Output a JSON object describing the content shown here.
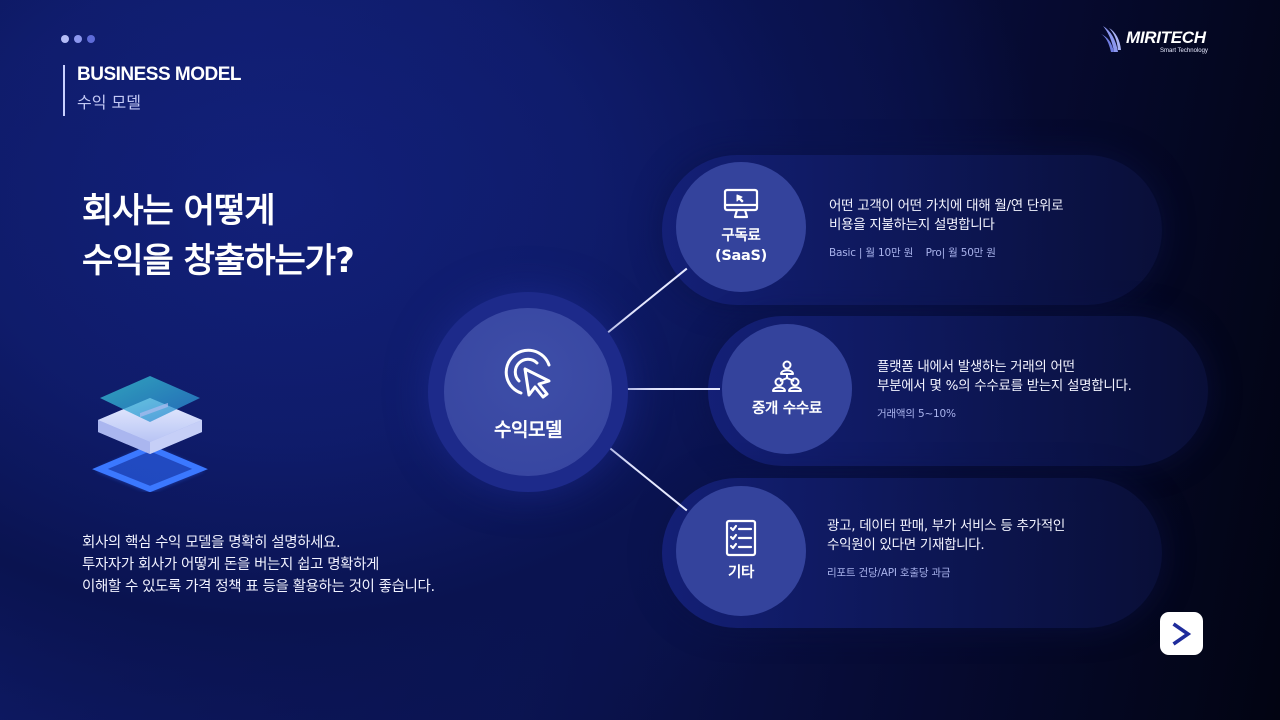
{
  "header": {
    "dots": [
      "#b4bcf7",
      "#8c97ee",
      "#5e6bd8"
    ],
    "title_en": "BUSINESS MODEL",
    "title_ko": "수익 모델"
  },
  "logo": {
    "name": "MIRITECH",
    "tagline": "Smart Technology",
    "icon": "wing-logo-icon"
  },
  "main": {
    "title_line1": "회사는 어떻게",
    "title_line2": "수익을 창출하는가?",
    "illustration": "stacked-layers-icon",
    "description": [
      "회사의 핵심 수익 모델을 명확히 설명하세요.",
      "투자자가 회사가 어떻게 돈을 버는지 쉽고 명확하게",
      "이해할 수 있도록 가격 정책 표 등을 활용하는 것이 좋습니다."
    ]
  },
  "diagram": {
    "hub": {
      "label": "수익모델",
      "icon": "click-cursor-icon"
    },
    "nodes": [
      {
        "label_line1": "구독료",
        "label_line2": "(SaaS)",
        "icon": "monitor-cursor-icon",
        "text_line1": "어떤 고객이 어떤 가치에 대해 월/연 단위로",
        "text_line2": "비용을 지불하는지 설명합니다",
        "sub": "Basic | 월 10만 원    Pro| 월 50만 원"
      },
      {
        "label_line1": "중개 수수료",
        "icon": "network-users-icon",
        "text_line1": "플랫폼 내에서 발생하는 거래의 어떤",
        "text_line2": "부분에서 몇 %의 수수료를 받는지 설명합니다.",
        "sub": "거래액의 5~10%"
      },
      {
        "label_line1": "기타",
        "icon": "checklist-icon",
        "text_line1": "광고, 데이터 판매, 부가 서비스 등 추가적인",
        "text_line2": "수익원이 있다면 기재합니다.",
        "sub": "리포트 건당/API 호출당 과금"
      }
    ]
  },
  "navigation": {
    "next_icon": "chevron-right-icon",
    "accent": "#1f2c9c"
  }
}
